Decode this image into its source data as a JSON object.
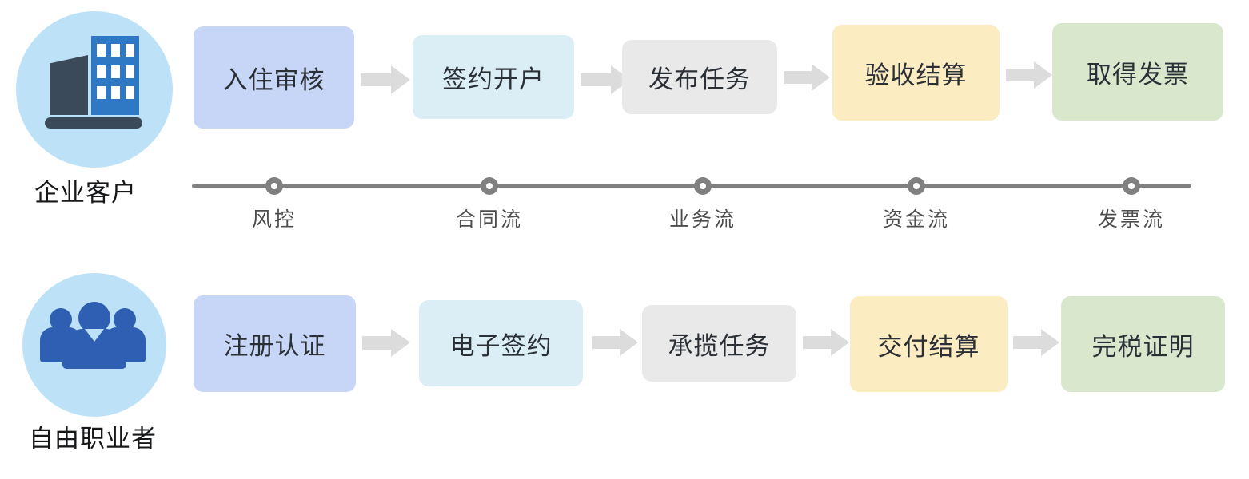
{
  "diagram": {
    "actors": [
      {
        "id": "enterprise",
        "label": "企业客户",
        "icon": "office-building-icon"
      },
      {
        "id": "freelancer",
        "label": "自由职业者",
        "icon": "people-group-icon"
      }
    ],
    "arrow_icon": "right-arrow-icon",
    "flows": [
      {
        "actor": "enterprise",
        "steps": [
          {
            "label": "入住审核",
            "color": "#c7d6f7"
          },
          {
            "label": "签约开户",
            "color": "#dbeef5"
          },
          {
            "label": "发布任务",
            "color": "#e9e9e9"
          },
          {
            "label": "验收结算",
            "color": "#fcecc2"
          },
          {
            "label": "取得发票",
            "color": "#d9e8cd"
          }
        ]
      },
      {
        "actor": "freelancer",
        "steps": [
          {
            "label": "注册认证",
            "color": "#c7d6f7"
          },
          {
            "label": "电子签约",
            "color": "#dbeef5"
          },
          {
            "label": "承揽任务",
            "color": "#e9e9e9"
          },
          {
            "label": "交付结算",
            "color": "#fcecc2"
          },
          {
            "label": "完税证明",
            "color": "#d9e8cd"
          }
        ]
      }
    ],
    "timeline": {
      "marker_icon": "timeline-dot-icon",
      "markers": [
        {
          "label": "风控"
        },
        {
          "label": "合同流"
        },
        {
          "label": "业务流"
        },
        {
          "label": "资金流"
        },
        {
          "label": "发票流"
        }
      ]
    },
    "colors": {
      "actor_circle": "#bde2f7",
      "arrow": "#dcdcdc",
      "timeline_line": "#808080",
      "timeline_dot": "#808080",
      "text": "#2b2f36"
    }
  }
}
